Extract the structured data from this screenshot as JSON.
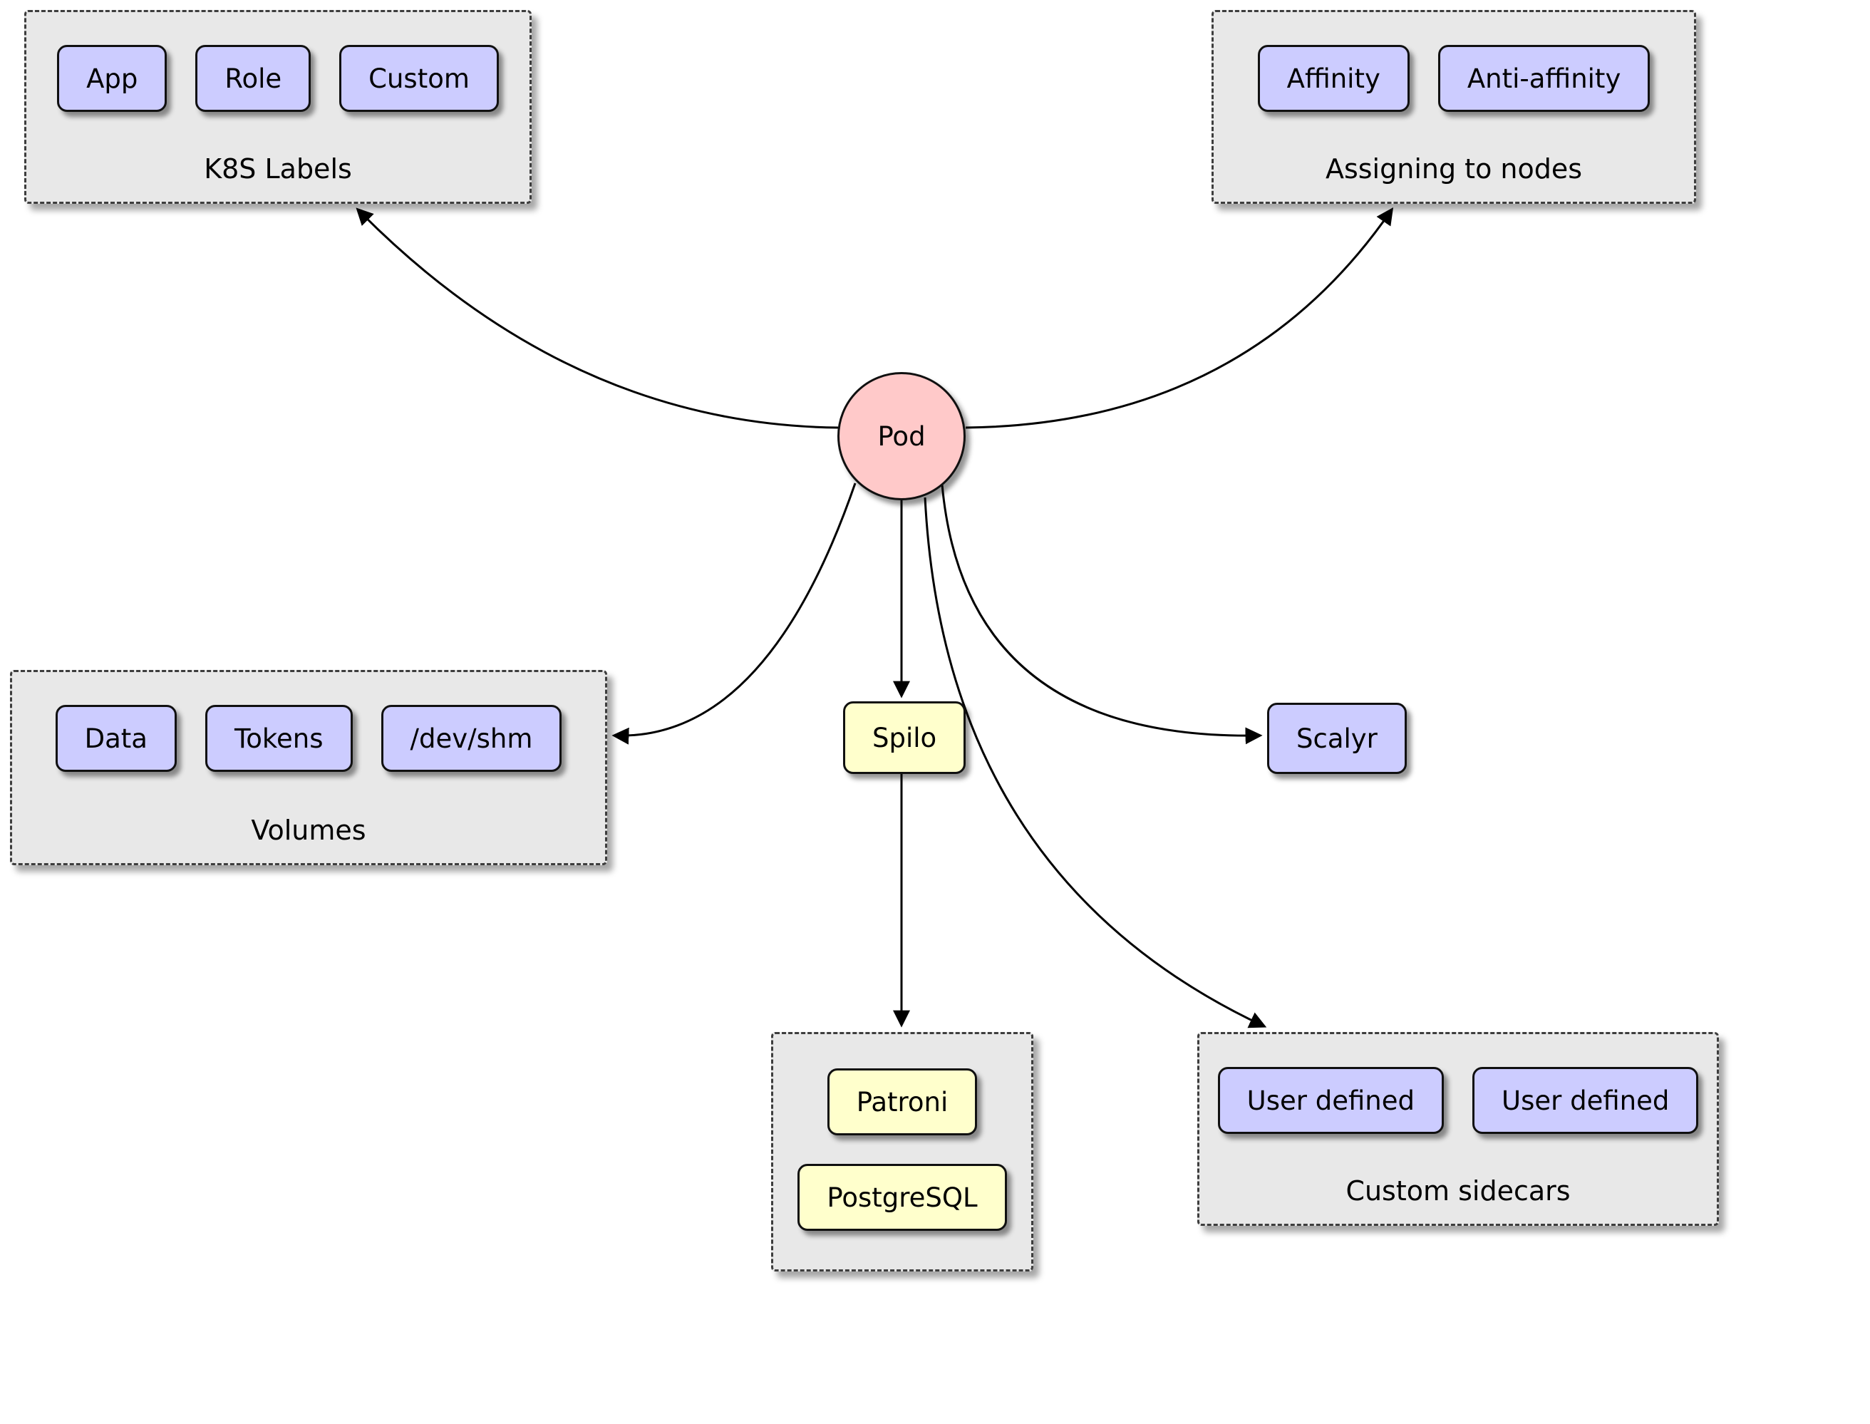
{
  "pod": {
    "label": "Pod"
  },
  "groups": {
    "k8s_labels": {
      "caption": "K8S Labels",
      "items": [
        "App",
        "Role",
        "Custom"
      ]
    },
    "assigning_to_nodes": {
      "caption": "Assigning to nodes",
      "items": [
        "Affinity",
        "Anti-affinity"
      ]
    },
    "volumes": {
      "caption": "Volumes",
      "items": [
        "Data",
        "Tokens",
        "/dev/shm"
      ]
    },
    "spilo_containers": {
      "items": [
        "Patroni",
        "PostgreSQL"
      ]
    },
    "custom_sidecars": {
      "caption": "Custom sidecars",
      "items": [
        "User defined",
        "User defined"
      ]
    }
  },
  "nodes": {
    "spilo": {
      "label": "Spilo"
    },
    "scalyr": {
      "label": "Scalyr"
    }
  },
  "edges": [
    {
      "from": "Pod",
      "to": "K8S Labels"
    },
    {
      "from": "Pod",
      "to": "Assigning to nodes"
    },
    {
      "from": "Pod",
      "to": "Volumes"
    },
    {
      "from": "Pod",
      "to": "Spilo"
    },
    {
      "from": "Pod",
      "to": "Scalyr"
    },
    {
      "from": "Pod",
      "to": "Custom sidecars"
    },
    {
      "from": "Spilo",
      "to": "Patroni / PostgreSQL"
    }
  ],
  "colors": {
    "node_fill_purple": "#ccccff",
    "node_fill_yellow": "#ffffcc",
    "pod_fill_pink": "#ffc9c9",
    "group_fill": "#e8e8e8",
    "edge_stroke": "#000000"
  }
}
